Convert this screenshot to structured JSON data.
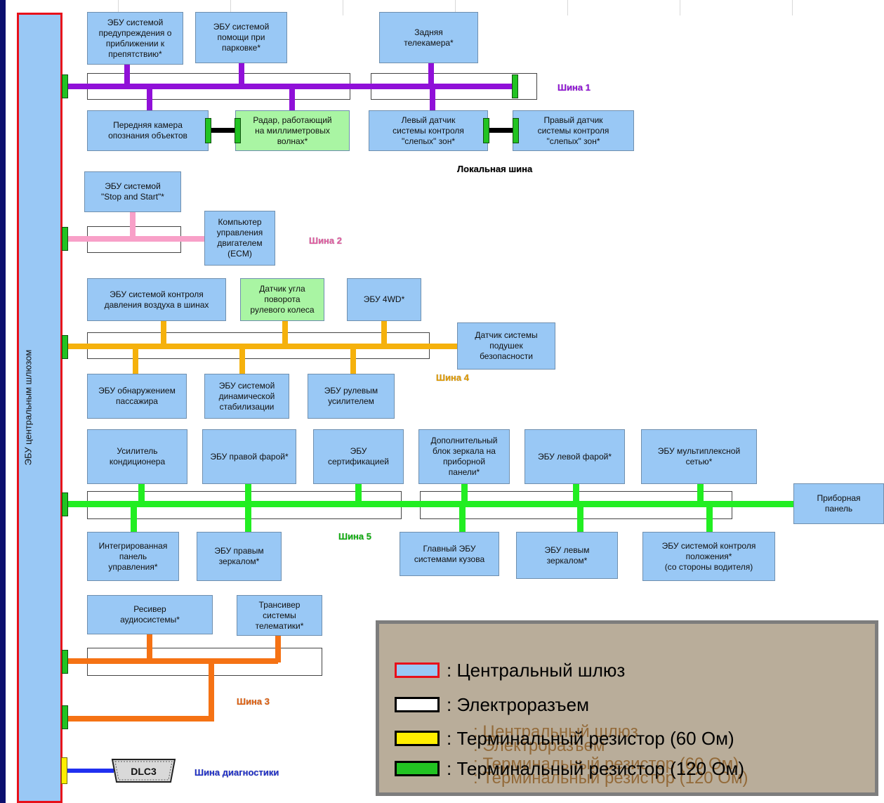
{
  "gateway_label": "ЭБУ центральным шлюзом",
  "colors": {
    "bus1": "#9010d8",
    "bus2": "#f8a0c8",
    "bus4": "#f5b10c",
    "bus5": "#22ee22",
    "bus3": "#f57214",
    "diag": "#2030f0",
    "local": "#000000",
    "gateway_border": "#e8101a",
    "box_fill": "#99c8f5",
    "box_green": "#a9f5a3",
    "terminal_green": "#22c322",
    "terminal_yellow": "#ffee00"
  },
  "labels": {
    "bus1": "Шина 1",
    "local": "Локальная шина",
    "bus2": "Шина 2",
    "bus4": "Шина 4",
    "bus5": "Шина 5",
    "bus3": "Шина 3",
    "diag": "Шина диагностики"
  },
  "boxes": {
    "obstacle": "ЭБУ системой\nпредупреждения о\nприближении к\nпрепятствию*",
    "parking": "ЭБУ системой\nпомощи при\nпарковке*",
    "rear_cam": "Задняя\nтелекамера*",
    "front_cam": "Передняя камера\nопознания объектов",
    "radar": "Радар, работающий\nна миллиметровых\nволнах*",
    "bsm_left": "Левый датчик\nсистемы контроля\n\"слепых\" зон*",
    "bsm_right": "Правый датчик\nсистемы контроля\n\"слепых\" зон*",
    "stop_start": "ЭБУ системой\n\"Stop and Start\"*",
    "ecm": "Компьютер\nуправления\nдвигателем\n(ECM)",
    "tpms": "ЭБУ системой контроля\nдавления воздуха в шинах",
    "steer_angle": "Датчик угла\nповорота\nрулевого колеса",
    "awd": "ЭБУ 4WD*",
    "airbag": "Датчик системы\nподушек\nбезопасности",
    "occupant": "ЭБУ обнаружением\nпассажира",
    "vsc": "ЭБУ системой\nдинамической\nстабилизации",
    "eps": "ЭБУ рулевым\nусилителем",
    "ac_amp": "Усилитель\nкондиционера",
    "right_light": "ЭБУ правой фарой*",
    "cert": "ЭБУ\nсертификацией",
    "mirror_block": "Дополнительный\nблок зеркала на\nприборной\nпанели*",
    "left_light": "ЭБУ левой фарой*",
    "mplex": "ЭБУ мультиплексной\nсетью*",
    "meter": "Приборная\nпанель",
    "integ_panel": "Интегрированная\nпанель\nуправления*",
    "right_mirror": "ЭБУ правым\nзеркалом*",
    "body_main": "Главный ЭБУ\nсистемами кузова",
    "left_mirror": "ЭБУ левым\nзеркалом*",
    "pos_ctrl": "ЭБУ системой контроля\nположения*\n(со стороны водителя)",
    "audio": "Ресивер\nаудиосистемы*",
    "telematics": "Трансивер\nсистемы\nтелематики*"
  },
  "dlc": "DLC3",
  "legend": {
    "items": [
      {
        "text": ": Центральный шлюз",
        "fill": "#99c8f5",
        "border": "#e8101a"
      },
      {
        "text": ": Электроразъем",
        "fill": "#ffffff",
        "border": "#000000"
      },
      {
        "text": ": Терминальный резистор (60 Ом)",
        "fill": "#ffee00",
        "border": "#000000"
      },
      {
        "text": ": Терминальный резистор  (120 Ом)",
        "fill": "#22c322",
        "border": "#000000"
      }
    ],
    "ghost": [
      ": Центральный шлюз",
      ": Электроразъем",
      ": Терминальный резистор (60 Ом)",
      ": Терминальный резистор  (120 Ом)"
    ]
  }
}
